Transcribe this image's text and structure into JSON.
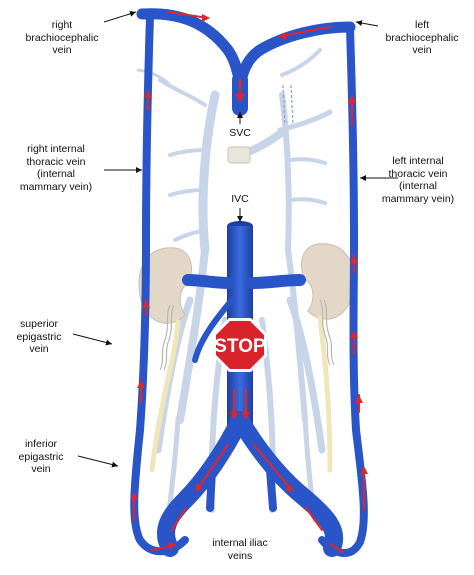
{
  "labels": {
    "right_brachiocephalic": "right\nbrachiocephalic\nvein",
    "left_brachiocephalic": "left\nbrachiocephalic\nvein",
    "svc": "SVC",
    "ivc": "IVC",
    "right_internal_thoracic": "right internal\nthoracic vein\n(internal\nmammary vein)",
    "left_internal_thoracic": "left internal\nthoracic vein\n(internal\nmammary vein)",
    "superior_epigastric": "superior\nepigastric\nvein",
    "inferior_epigastric": "inferior\nepigastric\nvein",
    "internal_iliac": "internal iliac\nveins"
  },
  "stop_sign": "STOP",
  "colors": {
    "vein": "#2a55c9",
    "vein_dark": "#1d3fa0",
    "flow_arrow": "#e0252b",
    "background_vein": "#c8d4e8",
    "kidney": "#e3d8c8",
    "stop": "#d8232a",
    "leader": "#111111"
  }
}
